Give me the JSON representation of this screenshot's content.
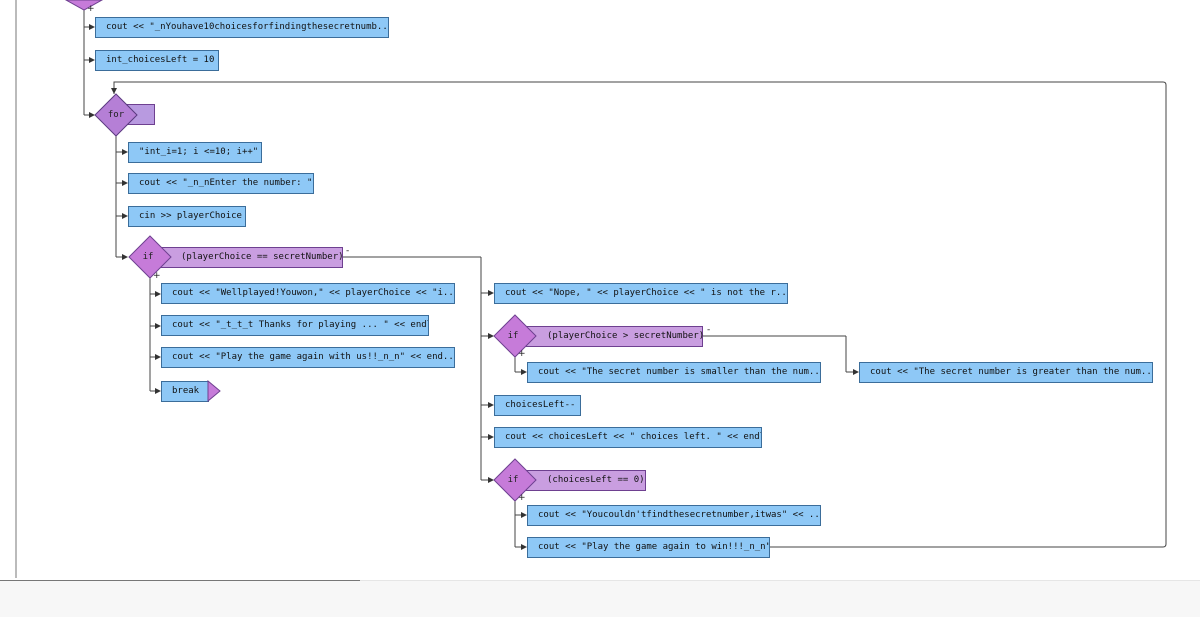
{
  "flowchart": {
    "statements": {
      "cout_choices": "cout << \"_nYouhave10choicesforfindingthesecretnumb...",
      "int_choices_left": "int_choicesLeft = 10",
      "for_init": "\"int_i=1; i <=10; i++\"",
      "cout_enter": "cout << \"_n_nEnter the number: \"",
      "cin_choice": "cin >> playerChoice",
      "cout_well_played": "cout << \"Wellplayed!Youwon,\" << playerChoice << \"i...",
      "cout_thanks": "cout << \"_t_t_t Thanks for playing ... \" << endl",
      "cout_play_again_us": "cout << \"Play the game again with us!!_n_n\" << end...",
      "break": "break",
      "cout_nope": "cout << \"Nope, \" << playerChoice << \" is not the r...",
      "cout_smaller": "cout << \"The secret number is smaller than the num...",
      "cout_greater": "cout << \"The secret number is greater than the num...",
      "choices_decrement": "choicesLeft--",
      "cout_choices_left": "cout << choicesLeft << \" choices left. \" << endl",
      "cout_couldnt_find": "cout << \"Youcouldn'tfindthesecretnumber,itwas\" << ...",
      "cout_play_again_win": "cout << \"Play the game again to win!!!_n_n\""
    },
    "conditions": {
      "if_equal": "(playerChoice == secretNumber)",
      "if_greater": "(playerChoice > secretNumber)",
      "if_choices_zero": "(choicesLeft == 0)"
    },
    "diamond_labels": {
      "for": "for",
      "if": "if"
    },
    "branch_tags": {
      "yes": "+",
      "no": "-"
    },
    "colors": {
      "statement_fill": "#8ec8f6",
      "condition_fill": "#c99ee0",
      "loop_fill": "#b89ae0",
      "diamond_fill": "#c67bd9",
      "connector": "#333333"
    }
  }
}
